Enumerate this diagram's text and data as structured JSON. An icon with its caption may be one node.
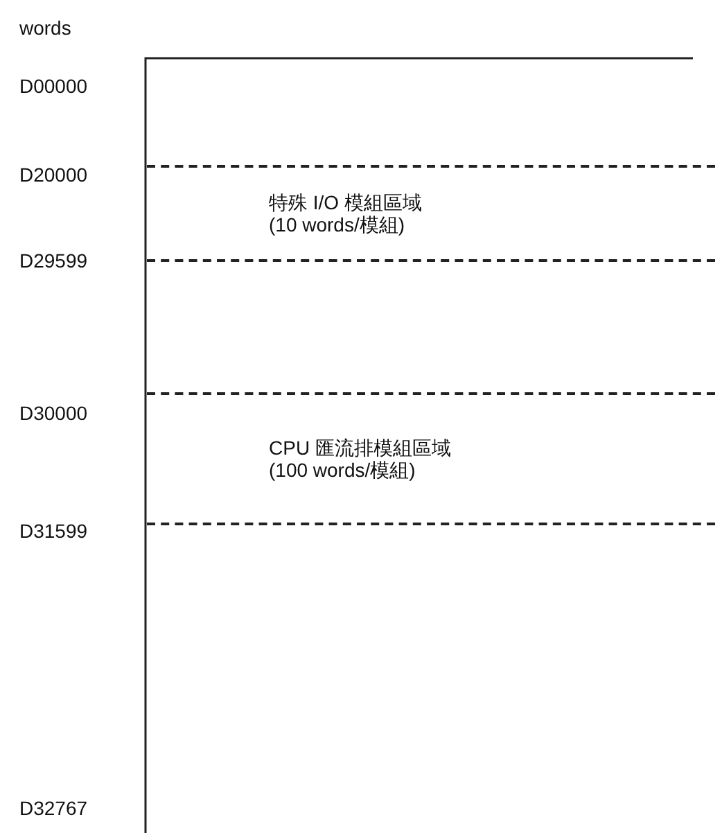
{
  "diagram": {
    "nodes": [
      {
        "text": [
          "特殊 I/O 模組區域",
          "(10 words/模組)"
        ]
      },
      {
        "text": [
          "CPU 匯流排模組區域",
          "(100 words/模組)"
        ]
      }
    ],
    "labels": [
      "words",
      "D00000",
      "D20000",
      "D29599",
      "D30000",
      "D31599",
      "D32767"
    ]
  }
}
